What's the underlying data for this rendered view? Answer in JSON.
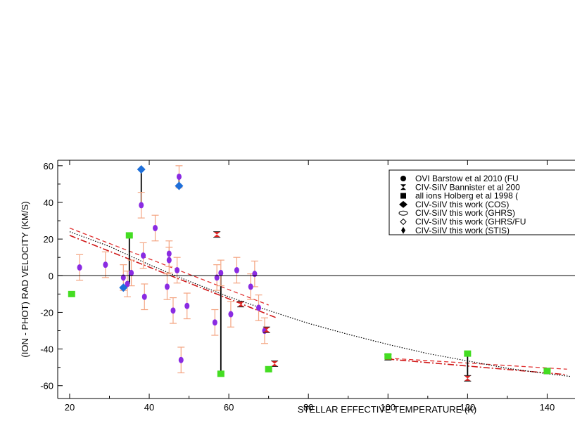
{
  "chart_data": {
    "type": "scatter",
    "title": "",
    "xlabel": "STELLAR EFFECTIVE TEMPERATURE (K)",
    "ylabel": "(ION - PHOT) RAD VELOCITY (KM/S)",
    "xlim": [
      17,
      147
    ],
    "ylim": [
      -67,
      63
    ],
    "xticks": [
      20,
      40,
      60,
      80,
      100,
      120,
      140
    ],
    "yticks": [
      -60,
      -40,
      -20,
      0,
      20,
      40,
      60
    ],
    "zero_line": true,
    "grid": false,
    "legend_position": "top-right",
    "legend": [
      {
        "marker": "circle",
        "label": "OVI Barstow et al 2010 (FU"
      },
      {
        "marker": "bowtie",
        "label": "CIV-SiIV Bannister et al 200"
      },
      {
        "marker": "square",
        "label": "all ions Holberg et al 1998 ("
      },
      {
        "marker": "diamond",
        "label": "CIV-SiIV this work (COS)"
      },
      {
        "marker": "open-ellipse",
        "label": "CIV-SiIV this work (GHRS)"
      },
      {
        "marker": "open-diamond",
        "label": "CIV-SiIV this work (GHRS/FU"
      },
      {
        "marker": "thin-diamond",
        "label": "CIV-SiIV this work (STIS)"
      }
    ],
    "series": [
      {
        "color": "#8a2be2",
        "marker": "circle",
        "points": [
          {
            "x": 22.5,
            "y": 4.5,
            "err": 7
          },
          {
            "x": 29,
            "y": 6,
            "err": 7
          },
          {
            "x": 33.5,
            "y": -1,
            "err": 7
          },
          {
            "x": 34.5,
            "y": -4.5,
            "err": 7
          },
          {
            "x": 35.5,
            "y": 1.5,
            "err": 7
          },
          {
            "x": 38,
            "y": 38.5,
            "err": 7
          },
          {
            "x": 38.5,
            "y": 11,
            "err": 7
          },
          {
            "x": 38.8,
            "y": -11.5,
            "err": 7
          },
          {
            "x": 41.5,
            "y": 26,
            "err": 7
          },
          {
            "x": 44.5,
            "y": -6,
            "err": 7
          },
          {
            "x": 45,
            "y": 12,
            "err": 7
          },
          {
            "x": 45,
            "y": 8.5,
            "err": 7
          },
          {
            "x": 46,
            "y": -19,
            "err": 7
          },
          {
            "x": 47,
            "y": 3,
            "err": 7
          },
          {
            "x": 47.5,
            "y": 54,
            "err": 6
          },
          {
            "x": 48,
            "y": -46,
            "err": 7
          },
          {
            "x": 49.5,
            "y": -16.5,
            "err": 7
          },
          {
            "x": 56.5,
            "y": -25.5,
            "err": 7
          },
          {
            "x": 57,
            "y": -1,
            "err": 7
          },
          {
            "x": 58,
            "y": 1.5,
            "err": 7
          },
          {
            "x": 60.5,
            "y": -21,
            "err": 7
          },
          {
            "x": 62,
            "y": 3,
            "err": 7
          },
          {
            "x": 65.5,
            "y": -6,
            "err": 7
          },
          {
            "x": 66.5,
            "y": 1,
            "err": 7
          },
          {
            "x": 67.5,
            "y": -17.5,
            "err": 7
          },
          {
            "x": 69,
            "y": -30,
            "err": 7
          }
        ]
      },
      {
        "color": "#dd2222",
        "marker": "bowtie",
        "points": [
          {
            "x": 57,
            "y": 22.5
          },
          {
            "x": 63,
            "y": -15.5
          },
          {
            "x": 69.5,
            "y": -29.5
          },
          {
            "x": 71.5,
            "y": -48
          },
          {
            "x": 100,
            "y": -44.5
          },
          {
            "x": 120,
            "y": -56
          },
          {
            "x": 140,
            "y": -52
          }
        ]
      },
      {
        "color": "#44dd22",
        "marker": "square",
        "points": [
          {
            "x": 20.5,
            "y": -10
          },
          {
            "x": 35,
            "y": 22
          },
          {
            "x": 58,
            "y": -53.5
          },
          {
            "x": 70,
            "y": -51
          },
          {
            "x": 100,
            "y": -44
          },
          {
            "x": 120,
            "y": -42.5
          },
          {
            "x": 140,
            "y": -52
          }
        ]
      },
      {
        "color": "#1e6fd9",
        "marker": "diamond",
        "points": [
          {
            "x": 33.5,
            "y": -6.5
          },
          {
            "x": 38,
            "y": 58
          },
          {
            "x": 47.5,
            "y": 49
          }
        ]
      }
    ],
    "connectors": [
      {
        "x": 35,
        "y1": 22,
        "y2": -4.5
      },
      {
        "x": 38,
        "y1": 58,
        "y2": 38.5
      },
      {
        "x": 47.5,
        "y1": 54,
        "y2": 49
      },
      {
        "x": 58,
        "y1": 1.5,
        "y2": -53.5
      },
      {
        "x": 120,
        "y1": -42.5,
        "y2": -56
      },
      {
        "x": 100,
        "y1": -44,
        "y2": -44.5
      }
    ],
    "fits": [
      {
        "style": "dashed-red",
        "segments": [
          [
            [
              20,
              26
            ],
            [
              70,
              -16
            ]
          ],
          [
            [
              100,
              -45
            ],
            [
              145,
              -51
            ]
          ]
        ]
      },
      {
        "style": "dashdot-red",
        "segments": [
          [
            [
              20,
              22
            ],
            [
              72,
              -23
            ]
          ],
          [
            [
              100,
              -45.5
            ],
            [
              145,
              -54
            ]
          ]
        ]
      },
      {
        "style": "dotted-black",
        "curve": [
          [
            20,
            24
          ],
          [
            30,
            16
          ],
          [
            40,
            6
          ],
          [
            50,
            -3
          ],
          [
            60,
            -11.5
          ],
          [
            70,
            -19
          ],
          [
            80,
            -26
          ],
          [
            90,
            -32
          ],
          [
            100,
            -37.5
          ],
          [
            110,
            -42.5
          ],
          [
            120,
            -46.5
          ],
          [
            130,
            -50.5
          ],
          [
            140,
            -53.5
          ],
          [
            146,
            -55
          ]
        ]
      }
    ]
  }
}
